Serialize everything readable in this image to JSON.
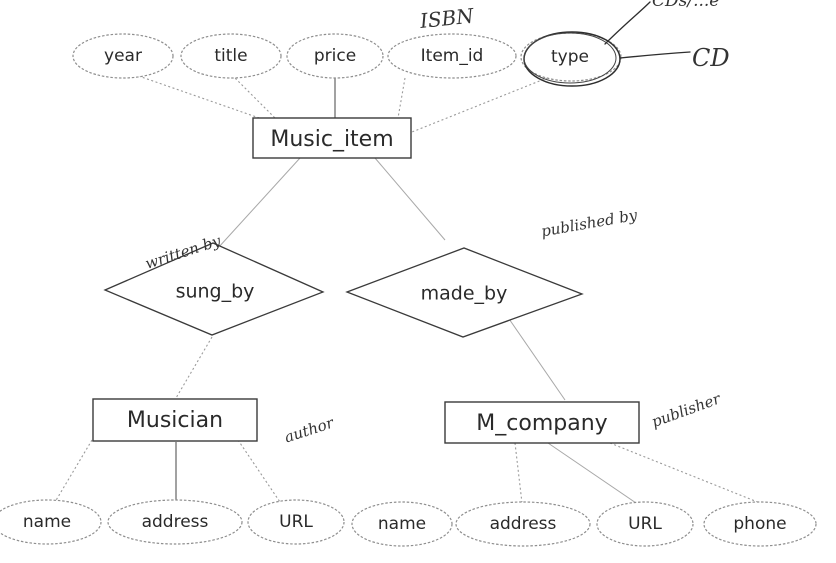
{
  "diagram": {
    "entities": {
      "music_item": "Music_item",
      "musician": "Musician",
      "m_company": "M_company"
    },
    "relationships": {
      "sung_by": "sung_by",
      "made_by": "made_by"
    },
    "attributes": {
      "music_item": [
        "year",
        "title",
        "price",
        "Item_id",
        "type"
      ],
      "musician": [
        "name",
        "address",
        "URL"
      ],
      "m_company": [
        "name",
        "address",
        "URL",
        "phone"
      ]
    },
    "handwritten_notes": {
      "isbn": "ISBN",
      "cd": "CD",
      "written_by": "written by",
      "published_by": "published by",
      "author": "author",
      "publisher": "publisher",
      "top_right_fragment": "CDs/...e"
    }
  }
}
